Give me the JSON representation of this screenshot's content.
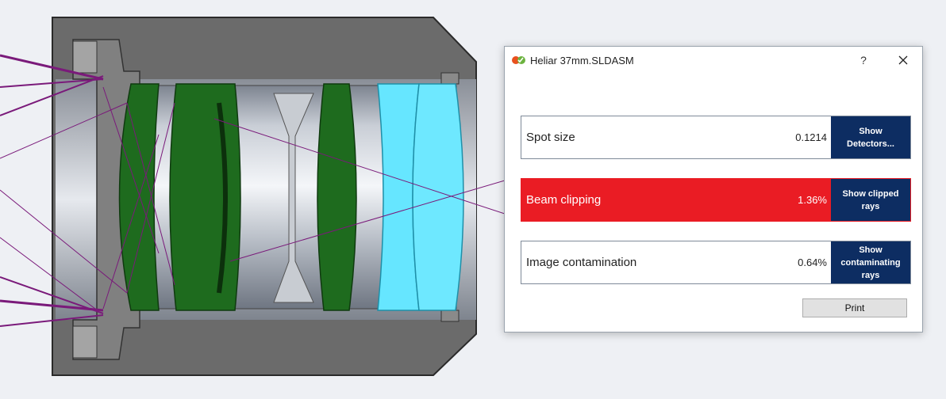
{
  "dialog": {
    "title": "Heliar 37mm.SLDASM",
    "help_label": "?",
    "rows": [
      {
        "label": "Spot size",
        "value": "0.1214",
        "action": "Show Detectors..."
      },
      {
        "label": "Beam clipping",
        "value": "1.36%",
        "action": "Show clipped rays"
      },
      {
        "label": "Image contamination",
        "value": "0.64%",
        "action": "Show contaminating rays"
      }
    ],
    "print_label": "Print"
  },
  "colors": {
    "accent": "#0d2d62",
    "alert": "#ea1c24",
    "lens_green": "#1e6b1e",
    "lens_cyan": "#66e6ff",
    "housing": "#6b6b6b",
    "rays": "#7a1a7a"
  }
}
